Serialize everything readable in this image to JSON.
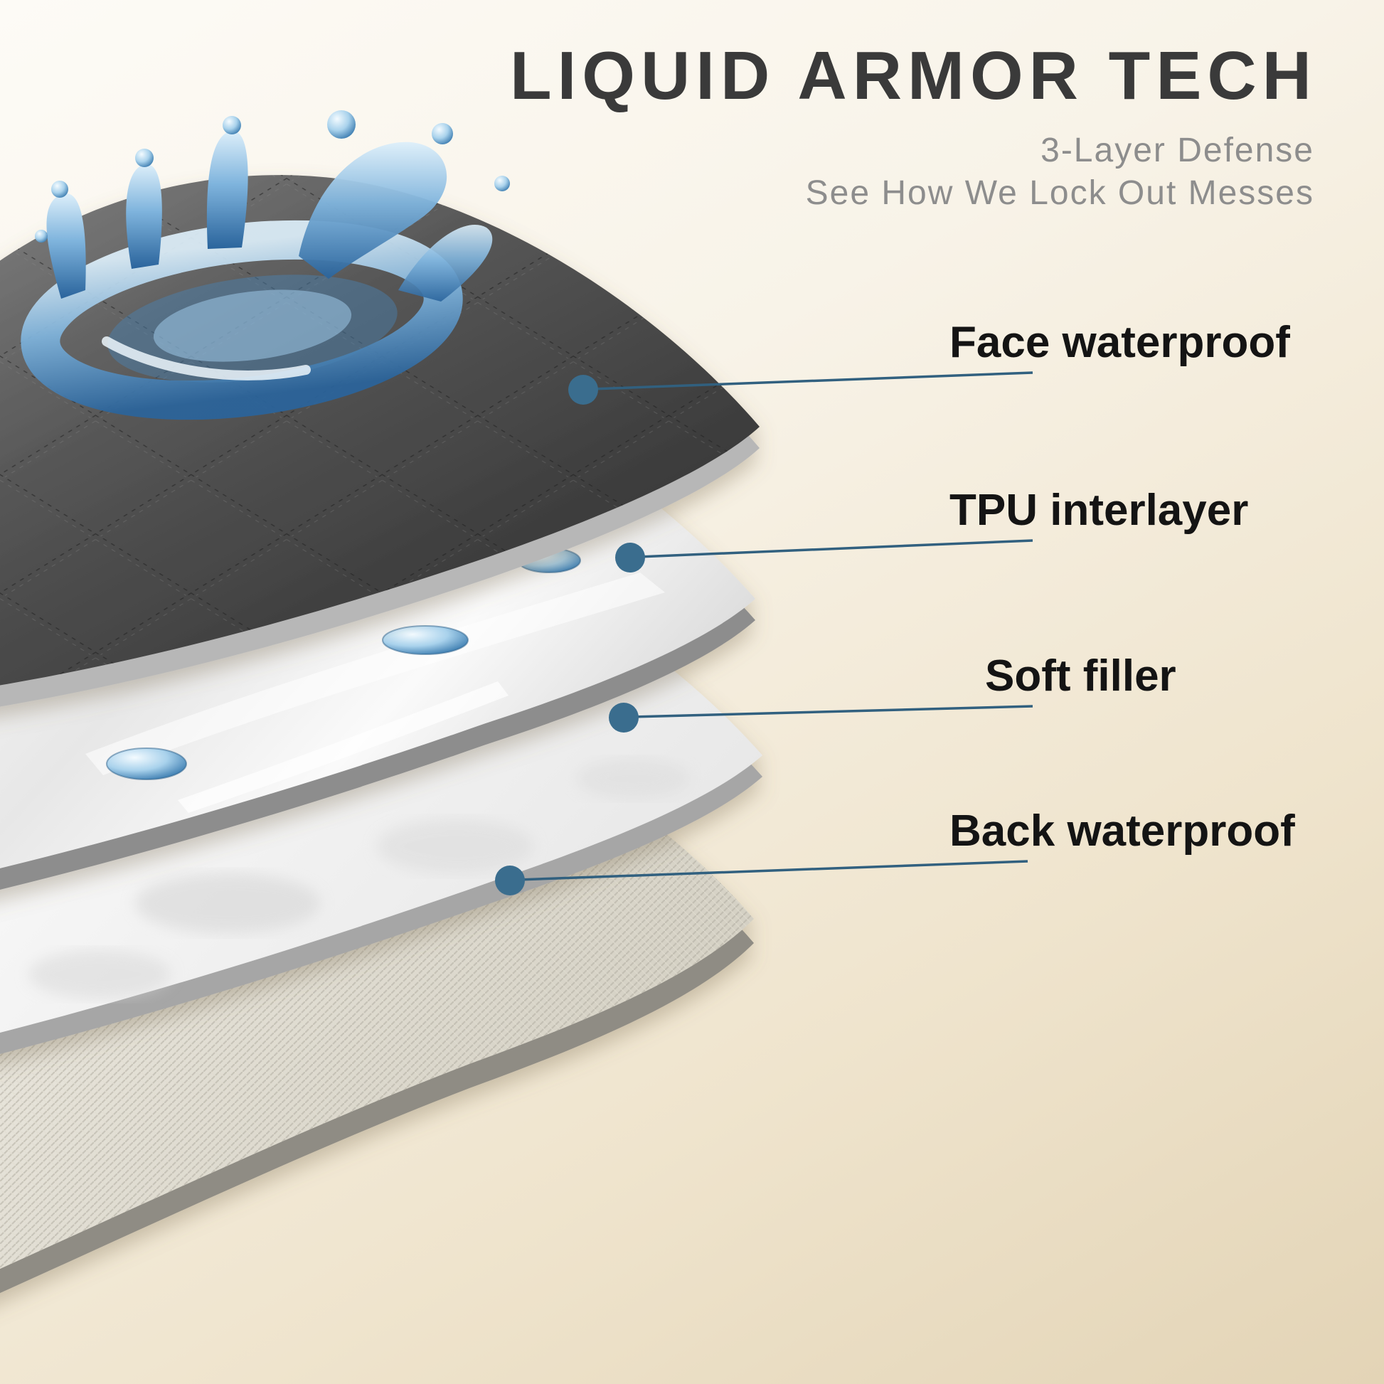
{
  "header": {
    "title": "LIQUID ARMOR TECH",
    "subtitle_line1": "3-Layer Defense",
    "subtitle_line2": "See How We Lock Out Messes"
  },
  "labels": [
    {
      "text": "Face waterproof"
    },
    {
      "text": "TPU interlayer"
    },
    {
      "text": "Soft filler"
    },
    {
      "text": "Back waterproof"
    }
  ],
  "icons": [
    {
      "name": "callout-dot",
      "shape": "filled-circle",
      "color": "#3a6d8e"
    }
  ],
  "colors": {
    "background_light": "#fdfbf6",
    "background_dark": "#e3d4b6",
    "title": "#3a3a3a",
    "subtitle": "#8d8d8d",
    "label": "#141414",
    "callout_line": "#31607f",
    "callout_dot": "#3a6d8e",
    "face_layer": "#4a4a4a",
    "tpu_layer": "#ececec",
    "soft_filler_layer": "#f5f5f5",
    "back_layer": "#ddd9cd",
    "splash_blue": "#2a649c"
  }
}
